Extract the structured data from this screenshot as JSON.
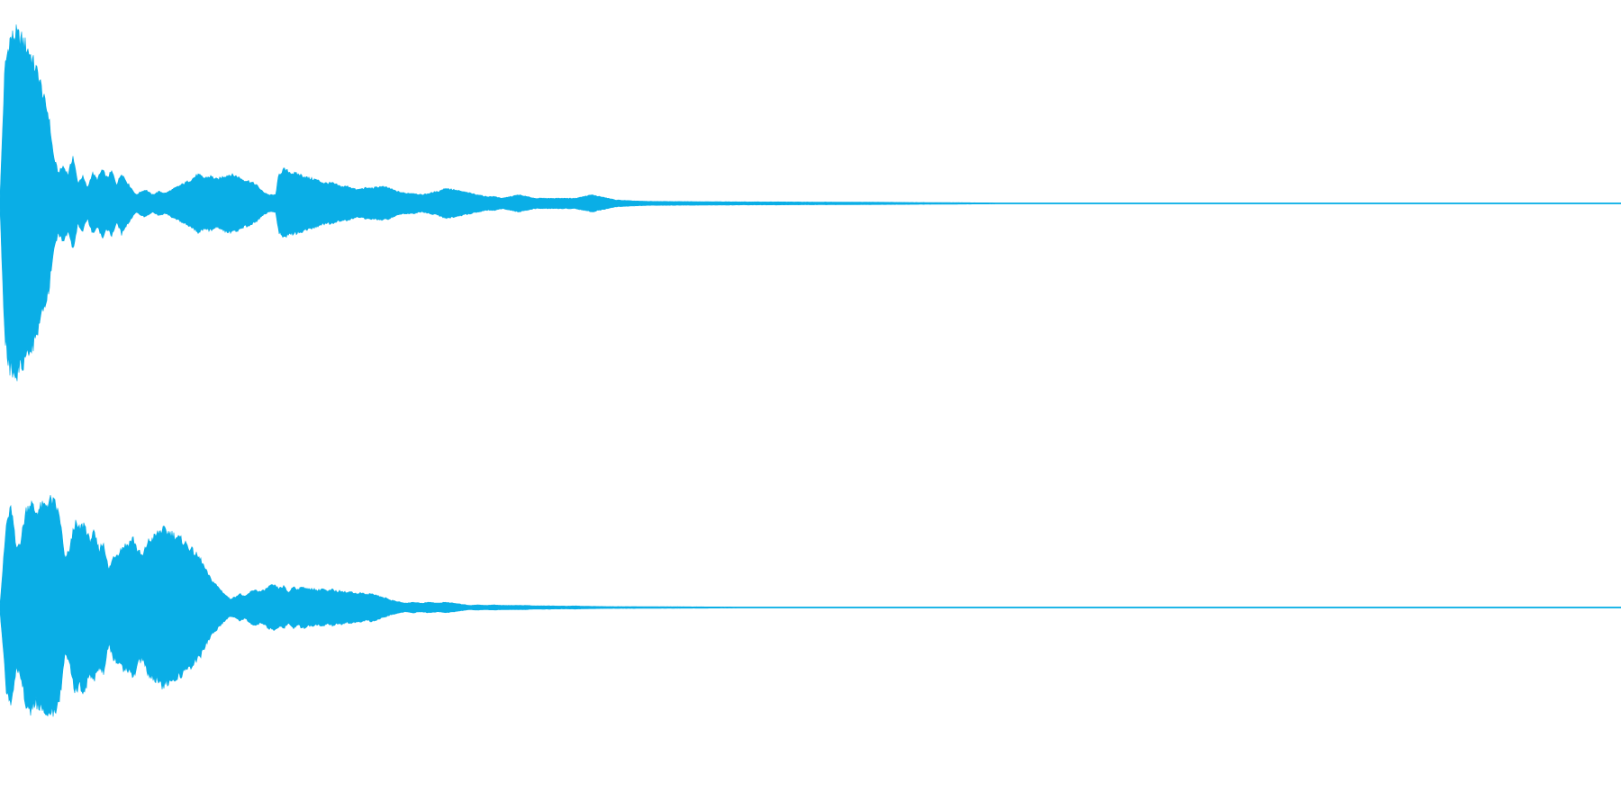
{
  "waveform": {
    "color": "#0aaee6",
    "background": "#ffffff",
    "channels": [
      {
        "name": "",
        "envelope": [
          [
            0.0,
            0.03
          ],
          [
            0.003,
            0.8
          ],
          [
            0.006,
            0.97
          ],
          [
            0.01,
            1.0
          ],
          [
            0.014,
            0.96
          ],
          [
            0.018,
            0.9
          ],
          [
            0.021,
            0.82
          ],
          [
            0.024,
            0.75
          ],
          [
            0.027,
            0.62
          ],
          [
            0.03,
            0.52
          ],
          [
            0.033,
            0.28
          ],
          [
            0.036,
            0.18
          ],
          [
            0.039,
            0.22
          ],
          [
            0.042,
            0.17
          ],
          [
            0.045,
            0.28
          ],
          [
            0.048,
            0.12
          ],
          [
            0.051,
            0.16
          ],
          [
            0.054,
            0.09
          ],
          [
            0.057,
            0.18
          ],
          [
            0.06,
            0.14
          ],
          [
            0.063,
            0.2
          ],
          [
            0.066,
            0.15
          ],
          [
            0.069,
            0.19
          ],
          [
            0.072,
            0.11
          ],
          [
            0.075,
            0.18
          ],
          [
            0.078,
            0.13
          ],
          [
            0.081,
            0.09
          ],
          [
            0.084,
            0.05
          ],
          [
            0.087,
            0.07
          ],
          [
            0.09,
            0.08
          ],
          [
            0.094,
            0.05
          ],
          [
            0.098,
            0.07
          ],
          [
            0.102,
            0.06
          ],
          [
            0.106,
            0.08
          ],
          [
            0.11,
            0.1
          ],
          [
            0.114,
            0.12
          ],
          [
            0.118,
            0.14
          ],
          [
            0.122,
            0.17
          ],
          [
            0.126,
            0.15
          ],
          [
            0.13,
            0.16
          ],
          [
            0.134,
            0.14
          ],
          [
            0.138,
            0.16
          ],
          [
            0.142,
            0.17
          ],
          [
            0.146,
            0.16
          ],
          [
            0.15,
            0.14
          ],
          [
            0.154,
            0.13
          ],
          [
            0.158,
            0.11
          ],
          [
            0.162,
            0.07
          ],
          [
            0.166,
            0.05
          ],
          [
            0.17,
            0.05
          ],
          [
            0.172,
            0.17
          ],
          [
            0.175,
            0.2
          ],
          [
            0.18,
            0.18
          ],
          [
            0.185,
            0.17
          ],
          [
            0.19,
            0.15
          ],
          [
            0.195,
            0.14
          ],
          [
            0.2,
            0.12
          ],
          [
            0.205,
            0.12
          ],
          [
            0.21,
            0.1
          ],
          [
            0.215,
            0.1
          ],
          [
            0.22,
            0.08
          ],
          [
            0.225,
            0.09
          ],
          [
            0.23,
            0.09
          ],
          [
            0.235,
            0.1
          ],
          [
            0.24,
            0.09
          ],
          [
            0.245,
            0.07
          ],
          [
            0.25,
            0.06
          ],
          [
            0.255,
            0.06
          ],
          [
            0.26,
            0.05
          ],
          [
            0.265,
            0.06
          ],
          [
            0.27,
            0.07
          ],
          [
            0.275,
            0.09
          ],
          [
            0.28,
            0.08
          ],
          [
            0.285,
            0.07
          ],
          [
            0.29,
            0.06
          ],
          [
            0.295,
            0.05
          ],
          [
            0.3,
            0.04
          ],
          [
            0.305,
            0.04
          ],
          [
            0.31,
            0.03
          ],
          [
            0.315,
            0.04
          ],
          [
            0.32,
            0.05
          ],
          [
            0.325,
            0.04
          ],
          [
            0.33,
            0.03
          ],
          [
            0.335,
            0.03
          ],
          [
            0.34,
            0.03
          ],
          [
            0.345,
            0.03
          ],
          [
            0.35,
            0.03
          ],
          [
            0.355,
            0.03
          ],
          [
            0.36,
            0.04
          ],
          [
            0.365,
            0.05
          ],
          [
            0.37,
            0.04
          ],
          [
            0.375,
            0.03
          ],
          [
            0.38,
            0.02
          ],
          [
            0.39,
            0.015
          ],
          [
            0.4,
            0.012
          ],
          [
            0.42,
            0.011
          ],
          [
            0.44,
            0.01
          ],
          [
            0.46,
            0.009
          ],
          [
            0.48,
            0.009
          ],
          [
            0.5,
            0.008
          ],
          [
            0.52,
            0.008
          ],
          [
            0.54,
            0.007
          ],
          [
            0.56,
            0.006
          ],
          [
            0.58,
            0.005
          ],
          [
            0.6,
            0.004
          ],
          [
            0.62,
            0.003
          ],
          [
            0.64,
            0.002
          ],
          [
            0.66,
            0.001
          ],
          [
            0.68,
            0.0
          ],
          [
            1.0,
            0.0
          ]
        ]
      },
      {
        "name": "",
        "envelope": [
          [
            0.0,
            0.03
          ],
          [
            0.004,
            0.8
          ],
          [
            0.007,
            0.95
          ],
          [
            0.01,
            0.55
          ],
          [
            0.013,
            0.65
          ],
          [
            0.016,
            0.92
          ],
          [
            0.019,
            1.0
          ],
          [
            0.022,
            0.9
          ],
          [
            0.025,
            0.95
          ],
          [
            0.028,
            0.97
          ],
          [
            0.031,
            1.02
          ],
          [
            0.034,
            0.98
          ],
          [
            0.037,
            0.85
          ],
          [
            0.04,
            0.45
          ],
          [
            0.043,
            0.55
          ],
          [
            0.046,
            0.8
          ],
          [
            0.049,
            0.74
          ],
          [
            0.052,
            0.8
          ],
          [
            0.055,
            0.64
          ],
          [
            0.058,
            0.7
          ],
          [
            0.061,
            0.55
          ],
          [
            0.064,
            0.62
          ],
          [
            0.067,
            0.35
          ],
          [
            0.07,
            0.48
          ],
          [
            0.073,
            0.52
          ],
          [
            0.076,
            0.58
          ],
          [
            0.079,
            0.6
          ],
          [
            0.082,
            0.66
          ],
          [
            0.085,
            0.54
          ],
          [
            0.088,
            0.48
          ],
          [
            0.091,
            0.62
          ],
          [
            0.094,
            0.65
          ],
          [
            0.097,
            0.7
          ],
          [
            0.1,
            0.74
          ],
          [
            0.103,
            0.72
          ],
          [
            0.106,
            0.7
          ],
          [
            0.109,
            0.67
          ],
          [
            0.112,
            0.64
          ],
          [
            0.115,
            0.6
          ],
          [
            0.118,
            0.55
          ],
          [
            0.121,
            0.5
          ],
          [
            0.124,
            0.45
          ],
          [
            0.127,
            0.35
          ],
          [
            0.13,
            0.27
          ],
          [
            0.133,
            0.22
          ],
          [
            0.136,
            0.17
          ],
          [
            0.139,
            0.12
          ],
          [
            0.142,
            0.08
          ],
          [
            0.145,
            0.1
          ],
          [
            0.148,
            0.13
          ],
          [
            0.151,
            0.1
          ],
          [
            0.154,
            0.14
          ],
          [
            0.157,
            0.17
          ],
          [
            0.16,
            0.15
          ],
          [
            0.163,
            0.16
          ],
          [
            0.166,
            0.2
          ],
          [
            0.169,
            0.21
          ],
          [
            0.172,
            0.18
          ],
          [
            0.175,
            0.2
          ],
          [
            0.178,
            0.14
          ],
          [
            0.181,
            0.2
          ],
          [
            0.184,
            0.17
          ],
          [
            0.187,
            0.2
          ],
          [
            0.19,
            0.17
          ],
          [
            0.193,
            0.18
          ],
          [
            0.196,
            0.16
          ],
          [
            0.199,
            0.18
          ],
          [
            0.202,
            0.15
          ],
          [
            0.205,
            0.17
          ],
          [
            0.208,
            0.15
          ],
          [
            0.211,
            0.16
          ],
          [
            0.214,
            0.14
          ],
          [
            0.217,
            0.15
          ],
          [
            0.22,
            0.13
          ],
          [
            0.223,
            0.14
          ],
          [
            0.226,
            0.12
          ],
          [
            0.229,
            0.13
          ],
          [
            0.232,
            0.12
          ],
          [
            0.235,
            0.1
          ],
          [
            0.238,
            0.09
          ],
          [
            0.241,
            0.07
          ],
          [
            0.244,
            0.06
          ],
          [
            0.247,
            0.05
          ],
          [
            0.25,
            0.04
          ],
          [
            0.255,
            0.05
          ],
          [
            0.26,
            0.04
          ],
          [
            0.265,
            0.05
          ],
          [
            0.27,
            0.04
          ],
          [
            0.275,
            0.05
          ],
          [
            0.28,
            0.04
          ],
          [
            0.285,
            0.03
          ],
          [
            0.29,
            0.02
          ],
          [
            0.295,
            0.025
          ],
          [
            0.3,
            0.02
          ],
          [
            0.305,
            0.025
          ],
          [
            0.31,
            0.02
          ],
          [
            0.315,
            0.02
          ],
          [
            0.32,
            0.02
          ],
          [
            0.325,
            0.02
          ],
          [
            0.33,
            0.015
          ],
          [
            0.335,
            0.016
          ],
          [
            0.34,
            0.015
          ],
          [
            0.345,
            0.014
          ],
          [
            0.35,
            0.013
          ],
          [
            0.355,
            0.015
          ],
          [
            0.36,
            0.012
          ],
          [
            0.365,
            0.011
          ],
          [
            0.37,
            0.01
          ],
          [
            0.38,
            0.009
          ],
          [
            0.39,
            0.009
          ],
          [
            0.4,
            0.008
          ],
          [
            0.42,
            0.007
          ],
          [
            0.44,
            0.006
          ],
          [
            0.46,
            0.005
          ],
          [
            0.48,
            0.005
          ],
          [
            0.5,
            0.004
          ],
          [
            0.52,
            0.003
          ],
          [
            0.54,
            0.003
          ],
          [
            0.56,
            0.003
          ],
          [
            0.58,
            0.002
          ],
          [
            0.6,
            0.002
          ],
          [
            0.62,
            0.001
          ],
          [
            0.64,
            0.001
          ],
          [
            0.66,
            0.0
          ],
          [
            0.68,
            0.0
          ],
          [
            0.7,
            0.002
          ],
          [
            0.705,
            0.0
          ],
          [
            1.0,
            0.0
          ]
        ]
      }
    ]
  }
}
